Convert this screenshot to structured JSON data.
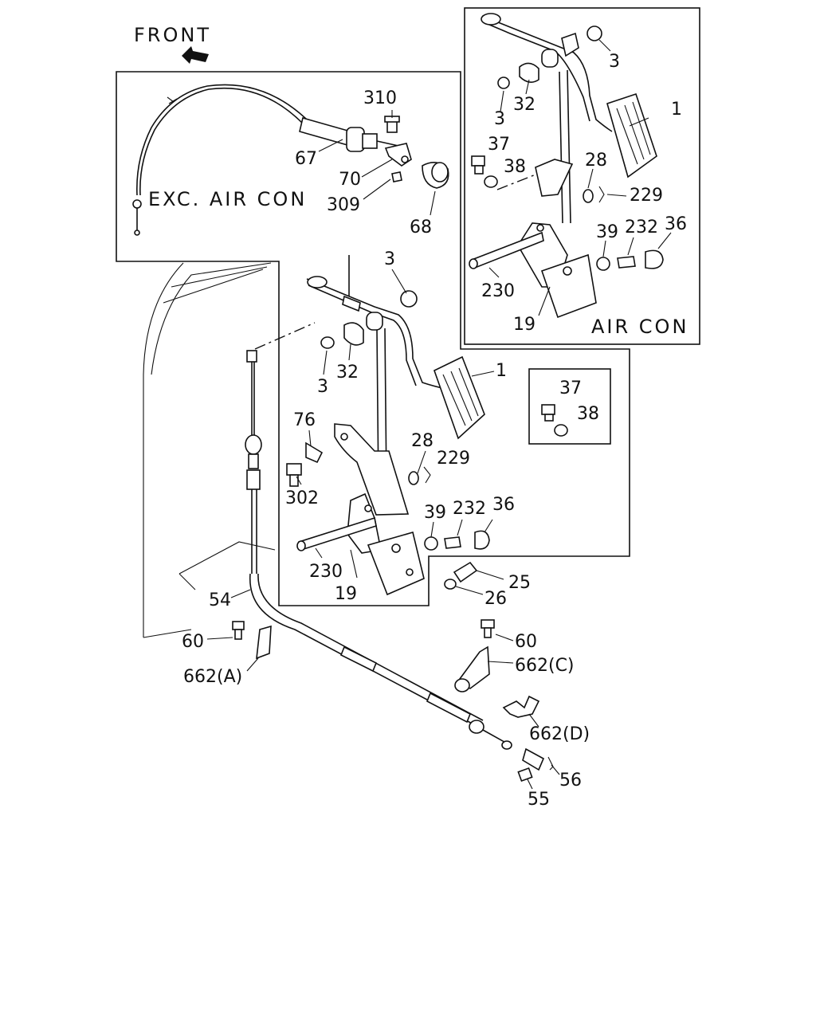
{
  "header": {
    "direction_label": "FRONT"
  },
  "regions": {
    "exc_air_con": "EXC. AIR CON",
    "air_con": "AIR CON"
  },
  "callouts": {
    "c310": "310",
    "c67": "67",
    "c70": "70",
    "c309": "309",
    "c68": "68",
    "c3a": "3",
    "c32a": "32",
    "c3b": "3",
    "c1a": "1",
    "c76": "76",
    "c302": "302",
    "c28a": "28",
    "c229a": "229",
    "c230a": "230",
    "c19a": "19",
    "c39a": "39",
    "c232a": "232",
    "c36a": "36",
    "c25": "25",
    "c26": "26",
    "c54": "54",
    "c60a": "60",
    "c662a": "662(A)",
    "c60b": "60",
    "c662c": "662(C)",
    "c662d": "662(D)",
    "c56": "56",
    "c55": "55",
    "ac3a": "3",
    "ac32": "32",
    "ac3b": "3",
    "ac1": "1",
    "ac37": "37",
    "ac38": "38",
    "ac28": "28",
    "ac229": "229",
    "ac39": "39",
    "ac232": "232",
    "ac36": "36",
    "ac230": "230",
    "ac19": "19",
    "inset37": "37",
    "inset38": "38"
  }
}
